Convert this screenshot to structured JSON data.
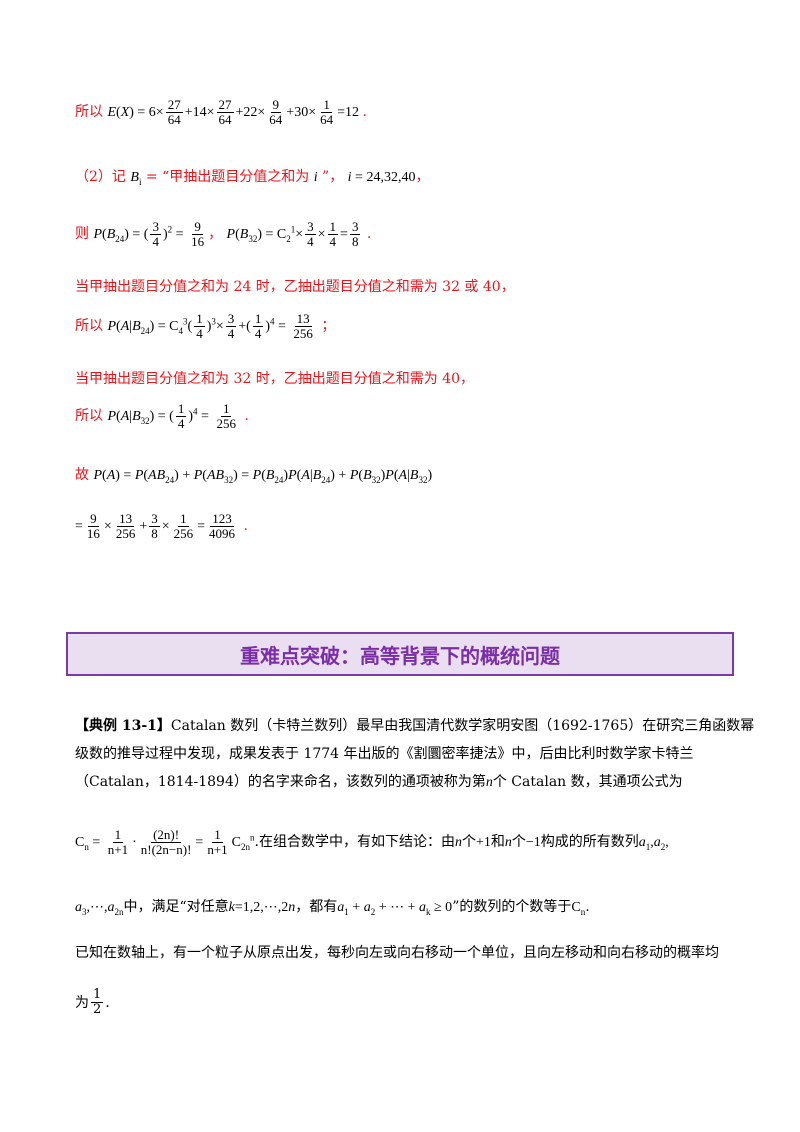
{
  "s1": {
    "label": "所以",
    "expr": "E(X) = 6 × 27/64 + 14 × 27/64 + 22 × 9/64 + 30 × 1/64 = 12",
    "end": "."
  },
  "s2": {
    "label": "（2）记",
    "def": "B_i = “甲抽出题目分值之和为 i ”，",
    "range": "i = 24,32,40，"
  },
  "s3": {
    "label": "则",
    "p1": "P(B₂₄) = (3/4)² = 9/16，",
    "p2": "P(B₃₂) = C₂¹ × 3/4 × 1/4 = 3/8",
    "end": "."
  },
  "s4": {
    "text": "当甲抽出题目分值之和为 24 时，乙抽出题目分值之和需为 32 或 40，"
  },
  "s5": {
    "label": "所以",
    "expr": "P(A|B₂₄) = C₄³ (1/4)³ × 3/4 + (1/4)⁴ = 13/256",
    "end": "；"
  },
  "s6": {
    "text": "当甲抽出题目分值之和为 32 时，乙抽出题目分值之和需为 40，"
  },
  "s7": {
    "label": "所以",
    "expr": "P(A|B₃₂) = (1/4)⁴ = 1/256",
    "end": "."
  },
  "s8": {
    "label": "故",
    "expr": "P(A) = P(AB₂₄) + P(AB₃₂) = P(B₂₄)P(A|B₂₄) + P(B₃₂)P(A|B₃₂)"
  },
  "s9": {
    "expr": "= 9/16 × 13/256 + 3/8 × 1/256 = 123/4096",
    "end": "."
  },
  "banner": {
    "title": "重难点突破：高等背景下的概统问题"
  },
  "example": {
    "tag": "【典例 13-1】",
    "p1": "Catalan 数列（卡特兰数列）最早由我国清代数学家明安图（1692-1765）在研究三角函数幂",
    "p2": "级数的推导过程中发现，成果发表于 1774 年出版的《割圜密率捷法》中，后由比利时数学家卡特兰",
    "p3": "（Catalan，1814-1894）的名字来命名，该数列的通项被称为第",
    "p3b": "个 Catalan 数，其通项公式为",
    "formula": "Cₙ = 1/(n+1) · (2n)!/(n!(2n−n)!) = 1/(n+1) C₂ₙⁿ",
    "p4": ".在组合数学中，有如下结论：由",
    "p4b": "个",
    "p4c": "和",
    "p4d": "个",
    "p4e": "构成的所有数列",
    "p5a": "中，满足“对任意",
    "p5b": "，都有",
    "p5c": "”的数列的个数等于",
    "p6": "已知在数轴上，有一个粒子从原点出发，每秒向左或向右移动一个单位，且向左移动和向右移动的概率均",
    "p7": "为"
  }
}
